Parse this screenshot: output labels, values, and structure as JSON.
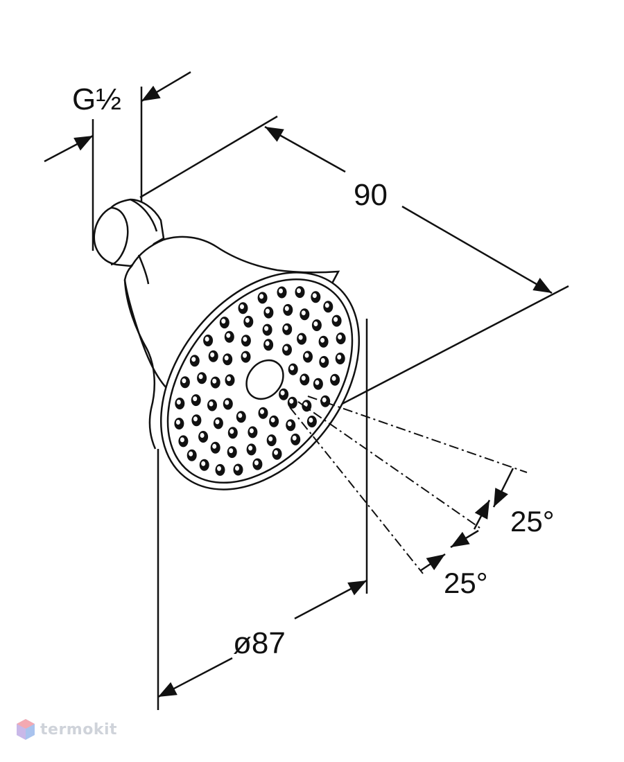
{
  "drawing": {
    "labels": {
      "thread": "G½",
      "depth": "90",
      "diameter": "ø87",
      "angle_upper": "25°",
      "angle_lower": "25°"
    },
    "line_color": "#111111"
  },
  "watermark": {
    "text": "termokit",
    "color": "#cfd3da",
    "logo_colors": [
      "#f3a9b2",
      "#a9c3ee"
    ]
  }
}
